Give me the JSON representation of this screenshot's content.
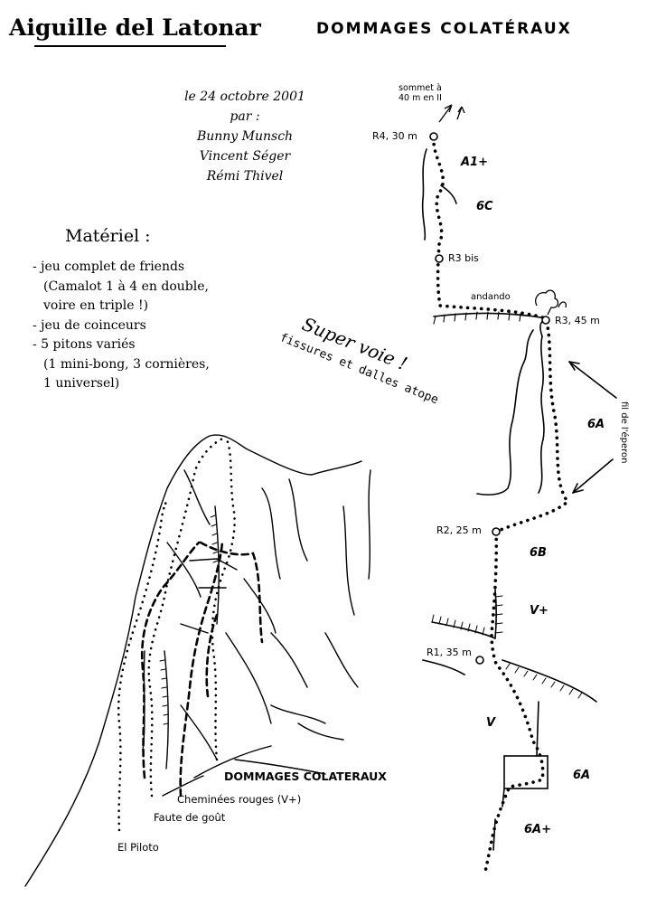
{
  "header": {
    "title": "Aiguille del Latonar",
    "subtitle": "DOMMAGES COLATÉRAUX"
  },
  "credits": {
    "date": "le 24 octobre 2001",
    "by": "par :",
    "climbers": [
      "Bunny Munsch",
      "Vincent Séger",
      "Rémi Thivel"
    ]
  },
  "materiel": {
    "title": "Matériel :",
    "lines": [
      "- jeu complet de friends",
      "(Camalot 1 à 4 en double,",
      "voire en triple !)",
      "- jeu de coinceurs",
      "- 5 pitons variés",
      "(1 mini-bong, 3 cornières,",
      "1 universel)"
    ]
  },
  "comment": {
    "line1": "Super voie !",
    "line2": "fissures et dalles atope"
  },
  "topo": {
    "summit_note": [
      "sommet à",
      "40 m en II"
    ],
    "relays": {
      "r4": "R4, 30 m",
      "r3bis": "R3 bis",
      "r3": "R3, 45 m",
      "r2": "R2, 25 m",
      "r1": "R1, 35 m"
    },
    "andando": "andando",
    "side_label": "fil de l'éperon",
    "grades": {
      "a1plus": "A1+",
      "sixc": "6C",
      "sixa_mid": "6A",
      "sixb": "6B",
      "vplus": "V+",
      "v": "V",
      "sixa_low": "6A",
      "sixaplus": "6A+"
    }
  },
  "overview": {
    "routes_title": "DOMMAGES COLATERAUX",
    "route_labels": [
      "Cheminées rouges (V+)",
      "Faute de goût",
      "El Piloto"
    ]
  }
}
